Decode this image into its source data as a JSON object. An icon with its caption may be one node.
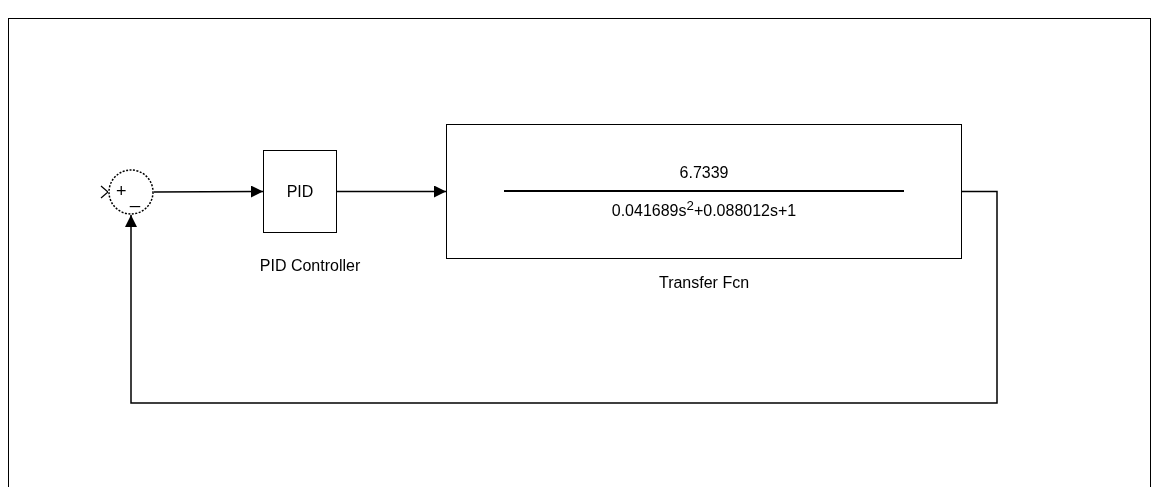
{
  "diagram": {
    "nodes": [
      {
        "text": [
          "+",
          "_"
        ]
      },
      {
        "text": [
          "PID"
        ],
        "beside": [
          "PID Controller"
        ]
      },
      {
        "text": [
          "6.7339",
          "0.041689s$^{2}$+0.088012s+1"
        ],
        "beside": [
          "Transfer Fcn"
        ]
      }
    ],
    "edges": [
      {
        "from": 0,
        "to": 1,
        "arrow": "to"
      },
      {
        "from": 1,
        "to": 2,
        "arrow": "to"
      },
      {
        "from": 2,
        "to": 0,
        "arrow": "to"
      }
    ]
  }
}
